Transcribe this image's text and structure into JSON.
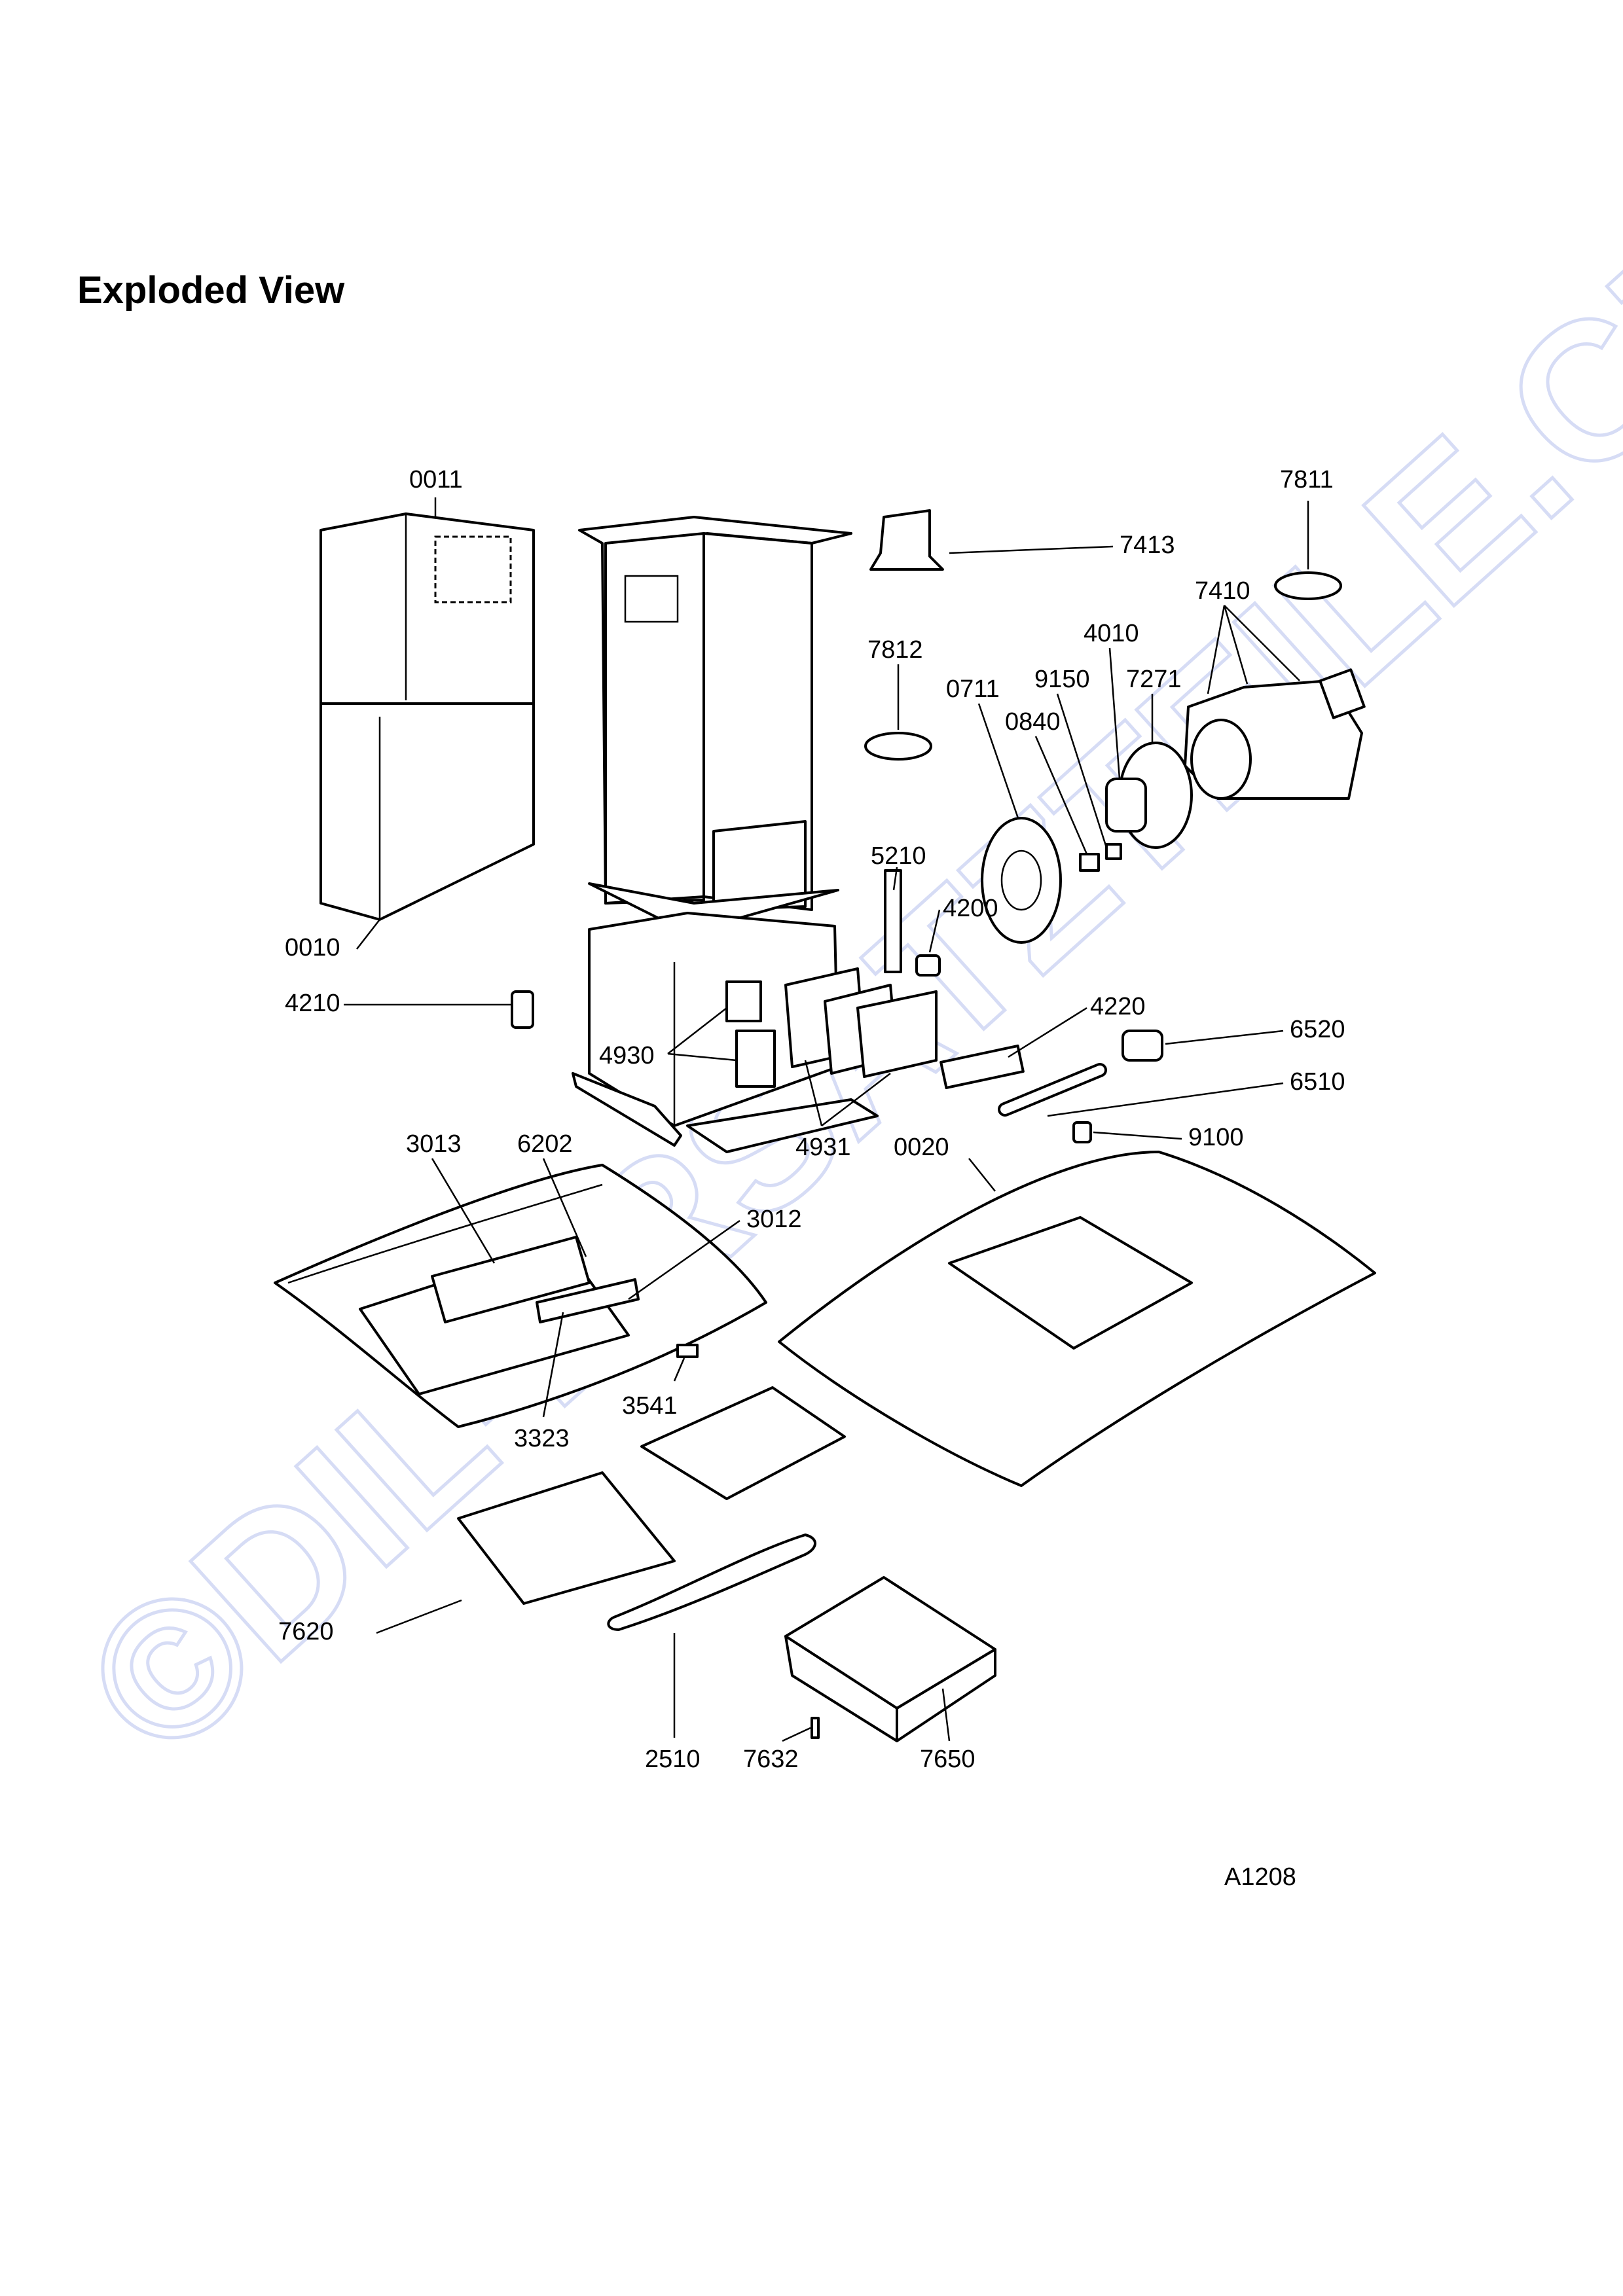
{
  "title": "Exploded View",
  "watermark": "©DIL-ERSATZTEILE.CZ",
  "drawing_code": "A1208",
  "labels": {
    "p0011": "0011",
    "p0010": "0010",
    "p4210": "4210",
    "p4930": "4930",
    "p4931": "4931",
    "p5210": "5210",
    "p4200": "4200",
    "p7413": "7413",
    "p7812": "7812",
    "p7811": "7811",
    "p7410": "7410",
    "p4010": "4010",
    "p9150": "9150",
    "p7271": "7271",
    "p0711": "0711",
    "p0840": "0840",
    "p4220": "4220",
    "p6520": "6520",
    "p6510": "6510",
    "p9100": "9100",
    "p0020": "0020",
    "p3013": "3013",
    "p6202": "6202",
    "p3012": "3012",
    "p3541": "3541",
    "p3323": "3323",
    "p7620": "7620",
    "p2510": "2510",
    "p7632": "7632",
    "p7650": "7650"
  },
  "colors": {
    "line": "#000000",
    "watermark": "#d6dcf5"
  }
}
